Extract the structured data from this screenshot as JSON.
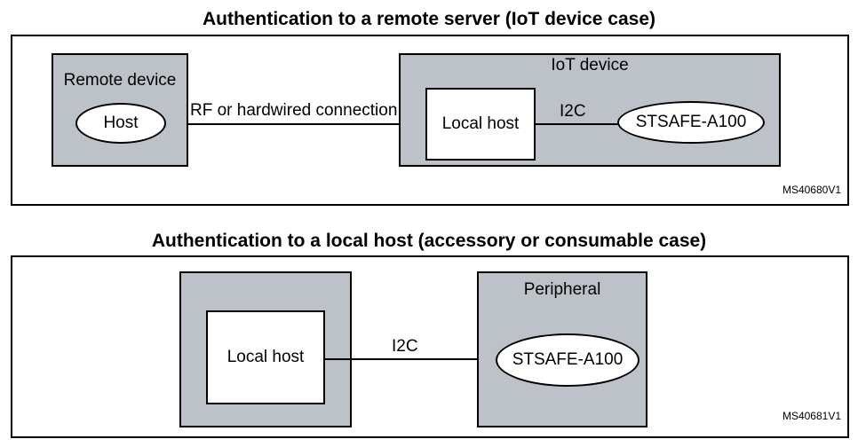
{
  "diagram1": {
    "title": "Authentication to a remote server (IoT device case)",
    "remote_device_label": "Remote device",
    "host_label": "Host",
    "connection_label": "RF or hardwired connection",
    "iot_device_label": "IoT device",
    "local_host_label": "Local host",
    "bus_label": "I2C",
    "secure_element_label": "STSAFE-A100",
    "figure_code": "MS40680V1"
  },
  "diagram2": {
    "title": "Authentication to a local host (accessory or consumable case)",
    "local_host_label": "Local host",
    "bus_label": "I2C",
    "peripheral_label": "Peripheral",
    "secure_element_label": "STSAFE-A100",
    "figure_code": "MS40681V1"
  },
  "colors": {
    "block_fill": "#bcc2c8",
    "line": "#000000",
    "background": "#ffffff"
  }
}
